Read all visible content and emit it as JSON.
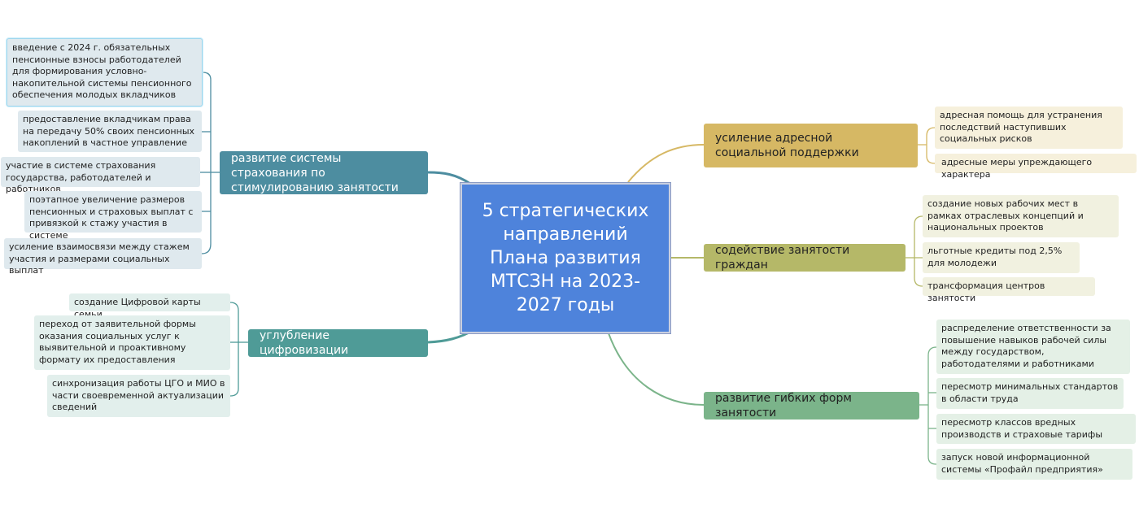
{
  "central": {
    "title": "5 стратегических направлений Плана развития МТСЗН на 2023-2027 годы"
  },
  "branches": {
    "insurance": {
      "label": "развитие системы страхования по стимулированию занятости",
      "items": [
        "введение с 2024 г. обязательных пенсионные взносы работодателей для формирования условно-накопительной системы пенсионного обеспечения молодых вкладчиков",
        "предоставление вкладчикам права на передачу 50% своих пенсионных накоплений в частное управление",
        "участие в системе страхования государства, работодателей и работников",
        "поэтапное увеличение размеров пенсионных и страховых выплат с привязкой к стажу участия в системе",
        "усиление взаимосвязи между стажем участия и размерами социальных выплат"
      ]
    },
    "digital": {
      "label": "углубление цифровизации",
      "items": [
        "создание Цифровой карты семьи",
        "переход от заявительной формы оказания социальных услуг к выявительной и проактивному формату их предоставления",
        "синхронизация работы ЦГО и МИО в части своевременной актуализации сведений"
      ]
    },
    "social": {
      "label": "усиление адресной социальной поддержки",
      "items": [
        "адресная помощь для устранения последствий наступивших социальных рисков",
        "адресные меры упреждающего характера"
      ]
    },
    "employment": {
      "label": "содействие занятости граждан",
      "items": [
        "создание новых рабочих мест в рамках отраслевых концепций и национальных проектов",
        "льготные кредиты под 2,5% для молодежи",
        "трансформация центров занятости"
      ]
    },
    "flexible": {
      "label": "развитие гибких форм занятости",
      "items": [
        "распределение ответственности за повышение навыков рабочей силы между государством, работодателями и работниками",
        "пересмотр минимальных стандартов в области труда",
        "пересмотр классов вредных производств и страховые тарифы",
        "запуск новой информационной системы «Профайл предприятия»"
      ]
    }
  },
  "colors": {
    "central": "#4e83db",
    "insurance": "#4d8da0",
    "digital": "#4f9b97",
    "social": "#d6b864",
    "employment": "#b5b868",
    "flexible": "#7bb48a"
  }
}
